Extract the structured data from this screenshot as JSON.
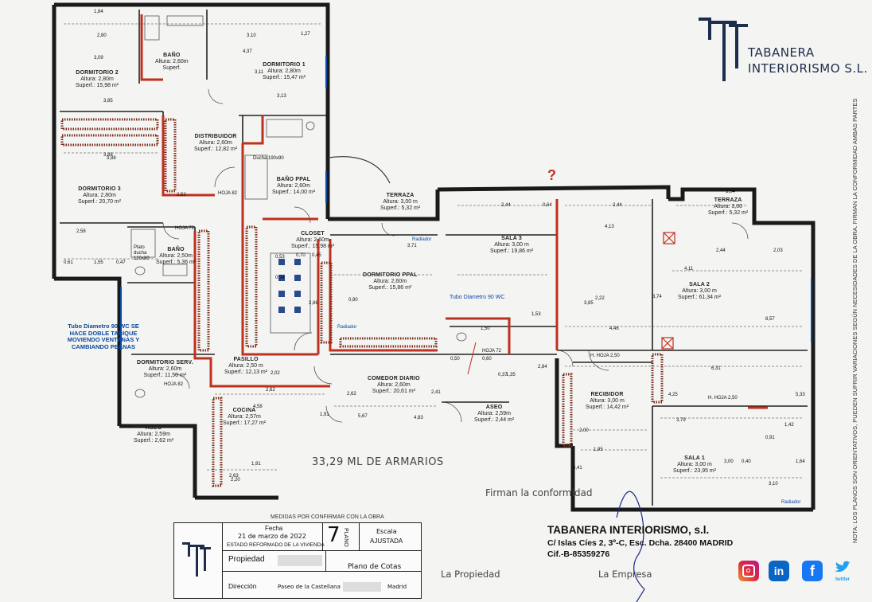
{
  "brand": {
    "name_line1": "TABANERA",
    "name_line2": "INTERIORISMO S.L.",
    "side_note": "NOTA: LOS PLANOS SON ORIENTATIVOS, PUEDEN SUFRIR VARIACIONES SEGÚN NECESIDADES DE LA OBRA. FIRMAN LA CONFORMIDAD AMBAS PARTES"
  },
  "rooms": [
    {
      "name": "DORMITORIO 2",
      "line1": "Altura: 2,80m",
      "line2": "Superf.: 15,98 m²"
    },
    {
      "name": "BAÑO",
      "line1": "Altura: 2,60m",
      "line2": "Superf."
    },
    {
      "name": "DORMITORIO 1",
      "line1": "Altura: 2,80m",
      "line2": "Superf.: 15,47 m²"
    },
    {
      "name": "DISTRIBUIDOR",
      "line1": "Altura: 2,60m",
      "line2": "Superf.: 12,82 m²"
    },
    {
      "name": "BAÑO PPAL",
      "line1": "Altura: 2,60m",
      "line2": "Superf.: 14,00 m²"
    },
    {
      "name": "DORMITORIO 3",
      "line1": "Altura: 2,80m",
      "line2": "Superf.: 20,70 m²"
    },
    {
      "name": "TERRAZA",
      "line1": "Altura: 3,00 m",
      "line2": "Superf.: 5,32 m²"
    },
    {
      "name": "TERRAZA",
      "line1": "Altura: 3,00",
      "line2": "Superf.: 5,32 m²"
    },
    {
      "name": "SALA 3",
      "line1": "Altura: 3,00 m",
      "line2": "Superf.: 19,86 m²"
    },
    {
      "name": "CLOSET",
      "line1": "Altura: 2,60m",
      "line2": "Superf.: 15,98 m²"
    },
    {
      "name": "BAÑO",
      "line1": "Altura: 2,50m",
      "line2": "Superf.: 5,36 m²"
    },
    {
      "name": "DORMITORIO PPAL",
      "line1": "Altura: 2,60m",
      "line2": "Superf.: 15,86 m²"
    },
    {
      "name": "SALA 2",
      "line1": "Altura: 3,00 m",
      "line2": "Superf.: 61,34 m²"
    },
    {
      "name": "PASILLO",
      "line1": "Altura: 2,50 m",
      "line2": "Superf.: 12,13 m²"
    },
    {
      "name": "DORMITORIO SERV.",
      "line1": "Altura: 2,60m",
      "line2": "Superf.: 11,50 m²"
    },
    {
      "name": "COMEDOR DIARIO",
      "line1": "Altura: 2,60m",
      "line2": "Superf.: 20,61 m²"
    },
    {
      "name": "RECIBIDOR",
      "line1": "Altura: 3,00 m",
      "line2": "Superf.: 14,42 m²"
    },
    {
      "name": "COCINA",
      "line1": "Altura: 2,57m",
      "line2": "Superf.: 17,27 m²"
    },
    {
      "name": "ASEO",
      "line1": "Altura: 2,59m",
      "line2": "Superf.: 2,44 m²"
    },
    {
      "name": "ASEO",
      "line1": "Altura: 2,59m",
      "line2": "Superf.: 2,62 m²"
    },
    {
      "name": "SALA 1",
      "line1": "Altura: 3,00 m",
      "line2": "Superf.: 23,95 m²"
    }
  ],
  "labels": {
    "plato_ducha": "Plato ducha 120x80",
    "ducha": "Ducha 190x90",
    "radiador": "Radiador",
    "hoja_82": "HOJA 82",
    "hoja_72": "HOJA 72",
    "h_hoja_250": "H. HOJA 2,50",
    "wc": "WC",
    "tubo_note": "Tubo Diametro 90 WC SE HACE DOBLE TABIQUE MOVIENDO VENTANAS Y CAMBIANDO PEANAS",
    "tubo2": "Tubo Diametro 90 WC",
    "question_mark": "?",
    "armarios": "33,29 ML DE ARMARIOS",
    "firman": "Firman la conformidad",
    "la_propiedad": "La Propiedad",
    "la_empresa": "La Empresa",
    "medidas": "MEDIDAS POR CONFIRMAR CON LA OBRA"
  },
  "dims": [
    "1,84",
    "2,80",
    "3,09",
    "3,85",
    "3,10",
    "1,27",
    "4,37",
    "3,11",
    "3,13",
    "2,52",
    "3,88",
    "3,88",
    "2,58",
    "0,61",
    "1,55",
    "0,47",
    "2,44",
    "0,64",
    "4,13",
    "2,44",
    "3,94",
    "2,44",
    "2,03",
    "3,85",
    "4,11",
    "3,74",
    "8,57",
    "4,46",
    "6,31",
    "4,25",
    "5,33",
    "2,00",
    "1,95",
    "3,41",
    "2,02",
    "2,62",
    "4,58",
    "4,83",
    "5,67",
    "2,63",
    "1,91",
    "2,20",
    "1,42",
    "0,91",
    "1,64",
    "0,40",
    "3,00",
    "3,10",
    "3,79",
    "1,91",
    "0,37",
    "0,90",
    "2,86",
    "3,71",
    "2,62",
    "0,53",
    "0,94",
    "0,45",
    "0,70",
    "0,50",
    "0,60",
    "1,53",
    "1,50",
    "1,35",
    "2,41",
    "2,84",
    "2,22"
  ],
  "company": {
    "name": "TABANERA INTERIORISMO, s.l.",
    "address": "C/ Islas Cíes 2, 3º-C, Esc. Dcha. 28400 MADRID",
    "cif": "Cif.-B-85359276"
  },
  "titleblock": {
    "fecha_lbl": "Fecha",
    "fecha": "21 de marzo de 2022",
    "estado": "ESTADO REFORMADO DE LA VIVIENDA",
    "plano_num": "7",
    "plano_lbl": "PLANO",
    "escala_lbl": "Escala",
    "escala": "AJUSTADA",
    "propiedad_lbl": "Propiedad",
    "plano_nombre": "Plano de Cotas",
    "direccion_lbl": "Dirección",
    "direccion": "Paseo de la Castellana",
    "ciudad": "Madrid"
  },
  "social": {
    "instagram": "instagram-icon",
    "linkedin_text": "in",
    "facebook_text": "f",
    "twitter_text": "twitter"
  },
  "colors": {
    "wall": "#1a1a1a",
    "accent": "#c0301e",
    "navy": "#1f2d4d",
    "blue_note": "#0a4aa0"
  }
}
